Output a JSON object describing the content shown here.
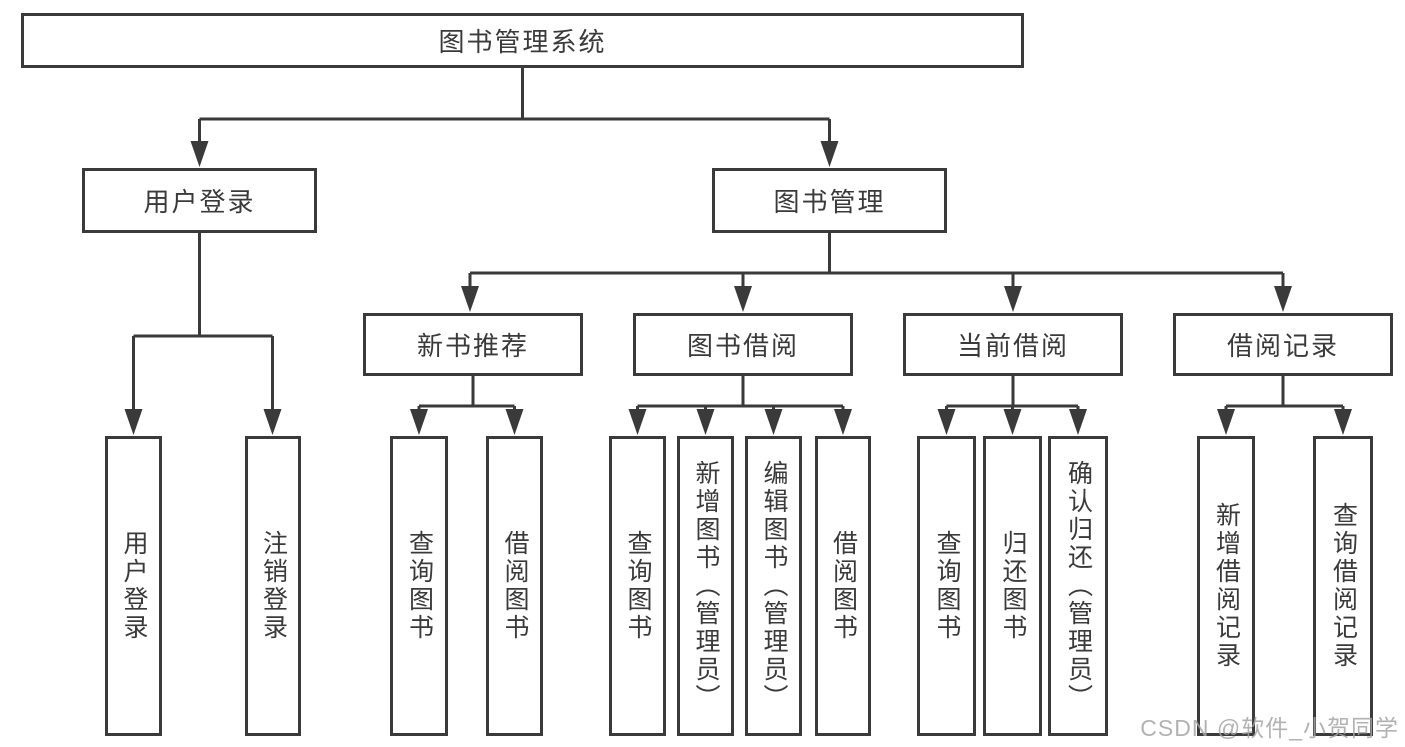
{
  "title": "图书管理系统",
  "watermark": "CSDN @软件_小贺同学",
  "colors": {
    "line": "#3a3a3a",
    "text": "#3a3a3a",
    "background": "#ffffff",
    "watermark": "#a5a5a5"
  },
  "nodes": {
    "root": "图书管理系统",
    "user_login": "用户登录",
    "book_management": "图书管理",
    "new_book_recommend": "新书推荐",
    "book_borrow": "图书借阅",
    "current_borrow": "当前借阅",
    "borrow_records": "借阅记录",
    "leaf_user_login": "用户登录",
    "leaf_logout": "注销登录",
    "leaf_nbr_query_books": "查询图书",
    "leaf_nbr_borrow_books": "借阅图书",
    "leaf_bb_query_books": "查询图书",
    "leaf_bb_add_books": "新增图书（管理员）",
    "leaf_bb_edit_books": "编辑图书（管理员）",
    "leaf_bb_borrow_books": "借阅图书",
    "leaf_cb_query_books": "查询图书",
    "leaf_cb_return_books": "归还图书",
    "leaf_cb_confirm_return": "确认归还（管理员）",
    "leaf_br_add_record": "新增借阅记录",
    "leaf_br_query_record": "查询借阅记录"
  },
  "hierarchy": [
    {
      "parent": "图书管理系统",
      "children": [
        "用户登录",
        "图书管理"
      ]
    },
    {
      "parent": "用户登录",
      "children": [
        "用户登录",
        "注销登录"
      ]
    },
    {
      "parent": "图书管理",
      "children": [
        "新书推荐",
        "图书借阅",
        "当前借阅",
        "借阅记录"
      ]
    },
    {
      "parent": "新书推荐",
      "children": [
        "查询图书",
        "借阅图书"
      ]
    },
    {
      "parent": "图书借阅",
      "children": [
        "查询图书",
        "新增图书（管理员）",
        "编辑图书（管理员）",
        "借阅图书"
      ]
    },
    {
      "parent": "当前借阅",
      "children": [
        "查询图书",
        "归还图书",
        "确认归还（管理员）"
      ]
    },
    {
      "parent": "借阅记录",
      "children": [
        "新增借阅记录",
        "查询借阅记录"
      ]
    }
  ]
}
